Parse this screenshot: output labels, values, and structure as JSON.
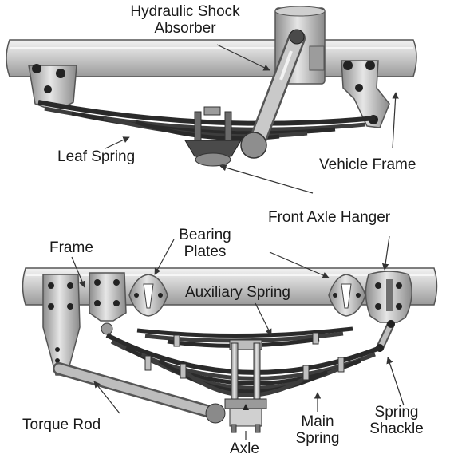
{
  "top_diagram": {
    "labels": {
      "shock_absorber_line1": "Hydraulic Shock",
      "shock_absorber_line2": "Absorber",
      "leaf_spring": "Leaf Spring",
      "vehicle_frame": "Vehicle Frame"
    }
  },
  "bottom_diagram": {
    "labels": {
      "front_axle_hanger": "Front Axle Hanger",
      "frame": "Frame",
      "bearing_plates_line1": "Bearing",
      "bearing_plates_line2": "Plates",
      "auxiliary_spring": "Auxiliary Spring",
      "torque_rod": "Torque Rod",
      "main_spring_line1": "Main",
      "main_spring_line2": "Spring",
      "spring_shackle_line1": "Spring",
      "spring_shackle_line2": "Shackle",
      "axle": "Axle"
    }
  },
  "colors": {
    "metal_light": "#d9d9d9",
    "metal_mid": "#a8a8a8",
    "metal_dark": "#6e6e6e",
    "leaf": "#2e2e2e",
    "bolt": "#222222",
    "line": "#333333"
  }
}
